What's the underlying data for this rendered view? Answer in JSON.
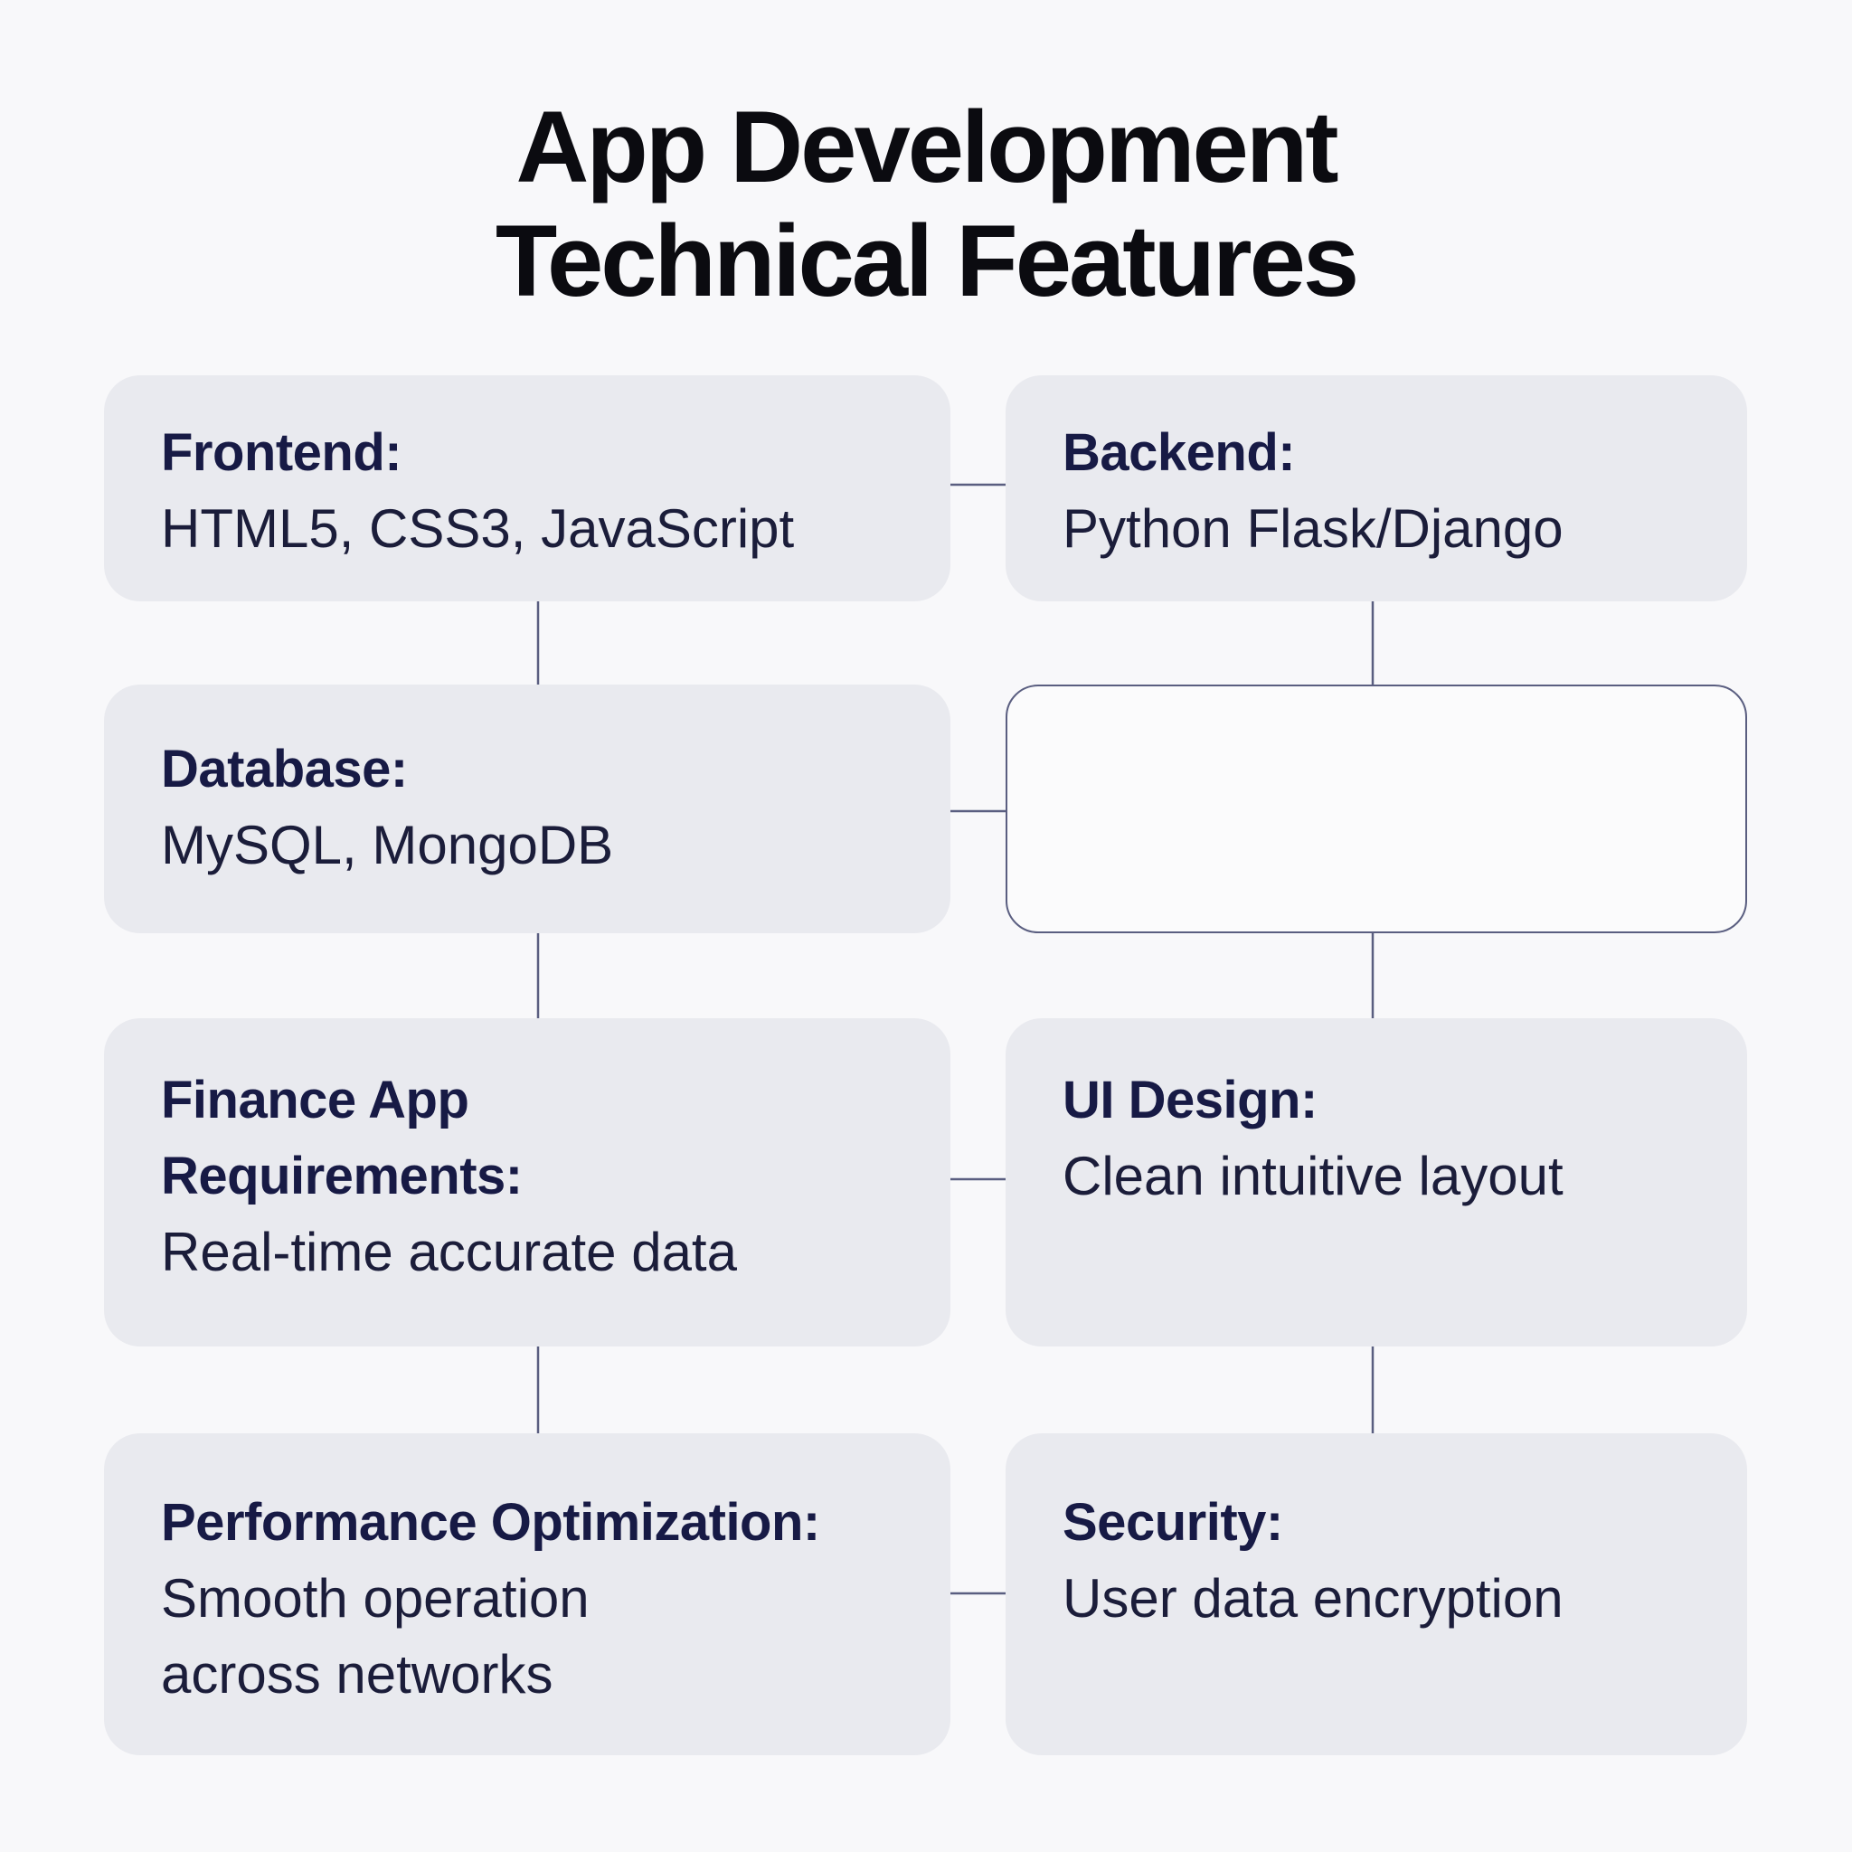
{
  "title": {
    "line1": "App Development",
    "line2": "Technical Features"
  },
  "boxes": {
    "frontend": {
      "label": "Frontend:",
      "value": "HTML5, CSS3, JavaScript"
    },
    "backend": {
      "label": "Backend:",
      "value": "Python Flask/Django"
    },
    "database": {
      "label": "Database:",
      "value": "MySQL, MongoDB"
    },
    "finance": {
      "label_line1": "Finance App",
      "label_line2": "Requirements:",
      "value": "Real-time accurate data"
    },
    "ui_design": {
      "label": "UI Design:",
      "value": "Clean intuitive layout"
    },
    "performance": {
      "label": "Performance Optimization:",
      "value_line1": "Smooth operation",
      "value_line2": "across networks"
    },
    "security": {
      "label": "Security:",
      "value": "User data encryption"
    }
  },
  "colors": {
    "background": "#f8f8fa",
    "box_fill": "#e9eaef",
    "label_text": "#171a45",
    "connector": "#5a5e80",
    "title_text": "#0b0b10"
  }
}
